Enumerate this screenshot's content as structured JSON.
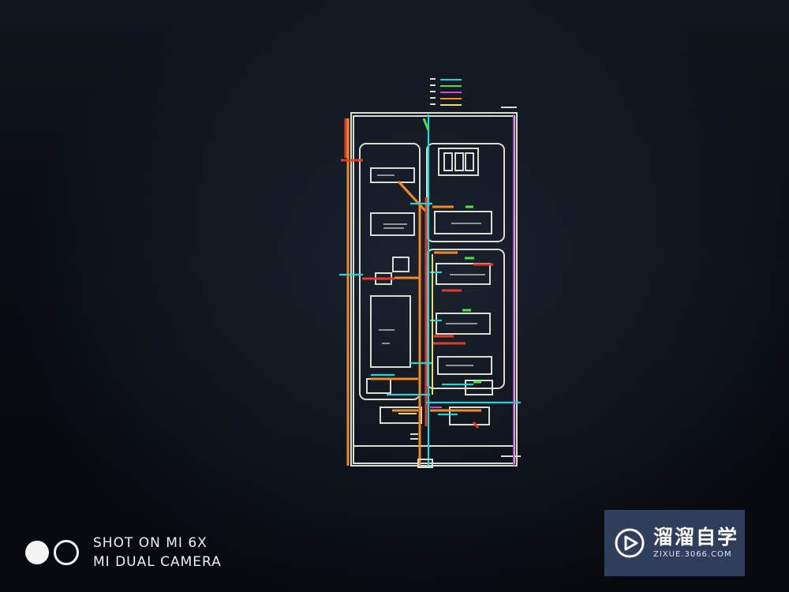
{
  "camera_watermark": {
    "line1": "SHOT ON MI 6X",
    "line2": "MI DUAL CAMERA"
  },
  "site_watermark": {
    "name": "溜溜自学",
    "url": "ZIXUE.3066.COM",
    "logo_icon": "play-triangle-icon"
  },
  "colors": {
    "frame": "#d9ddd0",
    "cyan": "#22d3d8",
    "orange": "#f08a24",
    "red": "#e23a2a",
    "green": "#4ee04a",
    "magenta": "#c64fd0",
    "yellow": "#e8e05a",
    "watermark_bg": "#344262"
  }
}
